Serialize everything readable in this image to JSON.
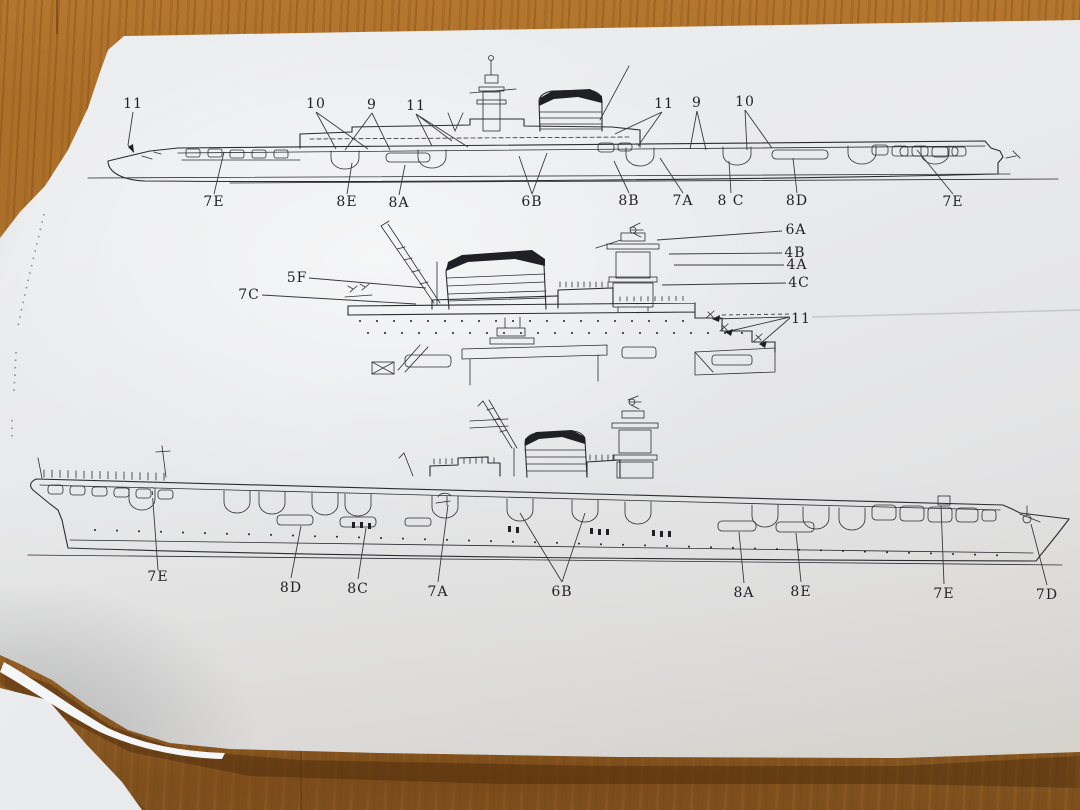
{
  "photo": {
    "colors": {
      "wood": "#a86d29",
      "paper": "#e9eaec",
      "ink": "#2d2d31"
    }
  },
  "diagram": {
    "top_view": {
      "top_callouts": [
        "11",
        "10",
        "9",
        "11",
        "11",
        "9",
        "10"
      ],
      "bottom_callouts": [
        "7E",
        "8E",
        "8A",
        "6B",
        "8B",
        "7A",
        "8 C",
        "8D",
        "7E"
      ]
    },
    "middle_view": {
      "left_callouts": [
        "5F",
        "7C"
      ],
      "right_callouts": [
        "6A",
        "4B",
        "4A",
        "4C",
        "11"
      ]
    },
    "bottom_view": {
      "callouts": [
        "7E",
        "8D",
        "8C",
        "7A",
        "6B",
        "8A",
        "8E",
        "7E",
        "7D"
      ]
    }
  }
}
